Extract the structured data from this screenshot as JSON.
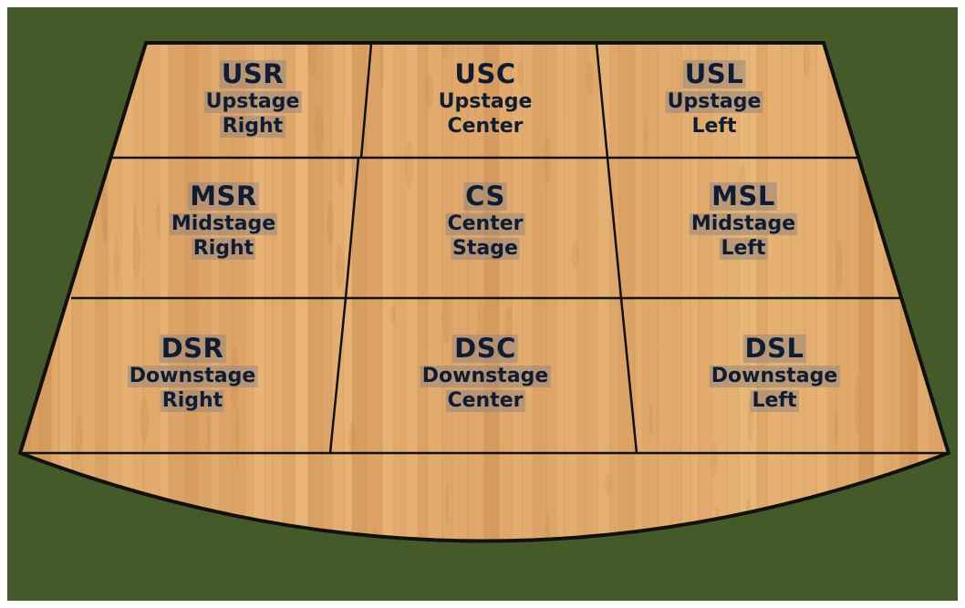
{
  "diagram": {
    "colors": {
      "background": "#ffffff",
      "surround": "#445a29",
      "floor_light": "#e3ad6f",
      "floor_dark": "#c98b4f",
      "grid_line": "#111111",
      "label_text": "#0e1d33",
      "label_highlight": "#968779"
    },
    "zones": [
      {
        "id": "usr",
        "abbr": "USR",
        "line1": "Upstage",
        "line2": "Right"
      },
      {
        "id": "usc",
        "abbr": "USC",
        "line1": "Upstage",
        "line2": "Center"
      },
      {
        "id": "usl",
        "abbr": "USL",
        "line1": "Upstage",
        "line2": "Left"
      },
      {
        "id": "msr",
        "abbr": "MSR",
        "line1": "Midstage",
        "line2": "Right"
      },
      {
        "id": "cs",
        "abbr": "CS",
        "line1": "Center",
        "line2": "Stage"
      },
      {
        "id": "msl",
        "abbr": "MSL",
        "line1": "Midstage",
        "line2": "Left"
      },
      {
        "id": "dsr",
        "abbr": "DSR",
        "line1": "Downstage",
        "line2": "Right"
      },
      {
        "id": "dsc",
        "abbr": "DSC",
        "line1": "Downstage",
        "line2": "Center"
      },
      {
        "id": "dsl",
        "abbr": "DSL",
        "line1": "Downstage",
        "line2": "Left"
      }
    ]
  }
}
